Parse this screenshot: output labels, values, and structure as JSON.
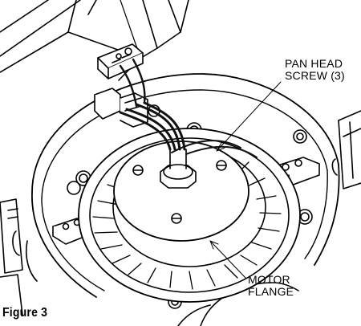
{
  "figure": {
    "caption": "Figure 3"
  },
  "callouts": {
    "pan_head_screw": [
      "PAN HEAD",
      "SCREW (3)"
    ],
    "motor_flange": [
      "MOTOR",
      "FLANGE"
    ]
  },
  "colors": {
    "line": "#000000",
    "fill": "#ffffff",
    "shadow": "#1a1a1a"
  }
}
